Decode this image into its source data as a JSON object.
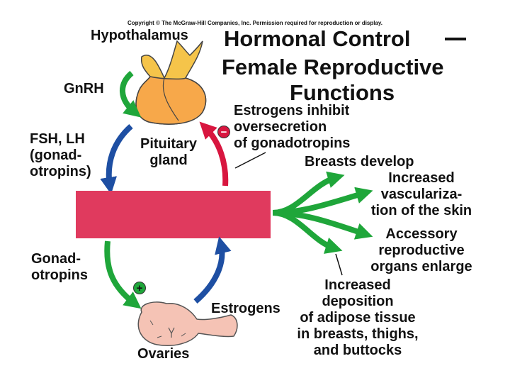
{
  "copyright": "Copyright © The McGraw-Hill Companies, Inc. Permission required for reproduction or display.",
  "title": {
    "line1": "Hormonal Control",
    "line2": "Female Reproductive",
    "line3": "Functions"
  },
  "labels": {
    "hypothalamus": "Hypothalamus",
    "gnrh": "GnRH",
    "fsh_lh": [
      "FSH, LH",
      "(gonad-",
      "otropins)"
    ],
    "pituitary": [
      "Pituitary",
      "gland"
    ],
    "inhibit": [
      "Estrogens inhibit",
      "oversecretion",
      "of gonadotropins"
    ],
    "breasts": "Breasts develop",
    "vascular": [
      "Increased",
      "vasculariza-",
      "tion of the skin"
    ],
    "accessory": [
      "Accessory",
      "reproductive",
      "organs enlarge"
    ],
    "deposition": [
      "Increased",
      "deposition",
      "of adipose tissue",
      "in breasts, thighs,",
      "and buttocks"
    ],
    "gonadotropins": [
      "Gonad-",
      "otropins"
    ],
    "estrogens": "Estrogens",
    "ovaries": "Ovaries"
  },
  "badges": {
    "minus": "−",
    "plus": "+"
  },
  "colors": {
    "bar": "#e03a5e",
    "green": "#1fa63a",
    "blue": "#1e4fa3",
    "red": "#d8163f",
    "pituitary": "#f7a84a",
    "hypothalamus": "#f5c44a",
    "ovary": "#f5c3b5"
  }
}
